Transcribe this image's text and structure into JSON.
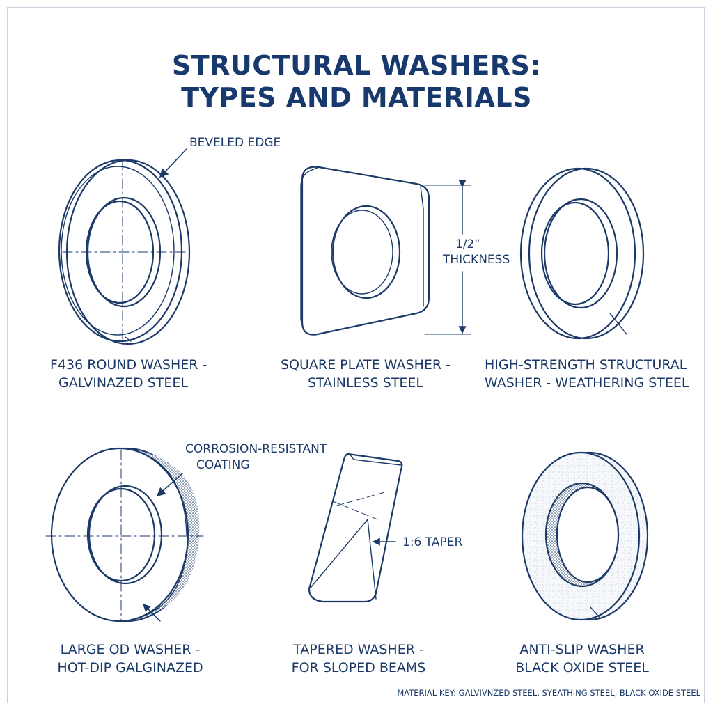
{
  "title": {
    "line1": "STRUCTURAL WASHERS:",
    "line2": "TYPES AND MATERIALS"
  },
  "callouts": {
    "beveled_edge": "BEVELED EDGE",
    "thickness_value": "1/2\"",
    "thickness_label": "THICKNESS",
    "corrosion_line1": "CORROSION-RESISTANT",
    "corrosion_line2": "COATING",
    "taper": "1:6 TAPER"
  },
  "washers": [
    {
      "line1": "F436 ROUND WASHER -",
      "line2": "GALVINAZED STEEL",
      "icon": "round-washer-icon"
    },
    {
      "line1": "SQUARE PLATE WASHER -",
      "line2": "STAINLESS STEEL",
      "icon": "square-plate-washer-icon"
    },
    {
      "line1": "HIGH-STRENGTH STRUCTURAL",
      "line2": "WASHER - WEATHERING STEEL",
      "icon": "structural-washer-icon"
    },
    {
      "line1": "LARGE OD WASHER -",
      "line2": "HOT-DIP GALGINAZED",
      "icon": "large-od-washer-icon"
    },
    {
      "line1": "TAPERED WASHER -",
      "line2": "FOR SLOPED BEAMS",
      "icon": "tapered-washer-icon"
    },
    {
      "line1": "ANTI-SLIP WASHER",
      "line2": "BLACK OXIDE STEEL",
      "icon": "anti-slip-washer-icon"
    }
  ],
  "material_key": "MATERIAL KEY: GALVIVNZED STEEL, SYEATHING STEEL, BLACK OXIDE STEEL",
  "colors": {
    "ink": "#1b3a68",
    "title": "#17396e",
    "background": "#ffffff"
  }
}
